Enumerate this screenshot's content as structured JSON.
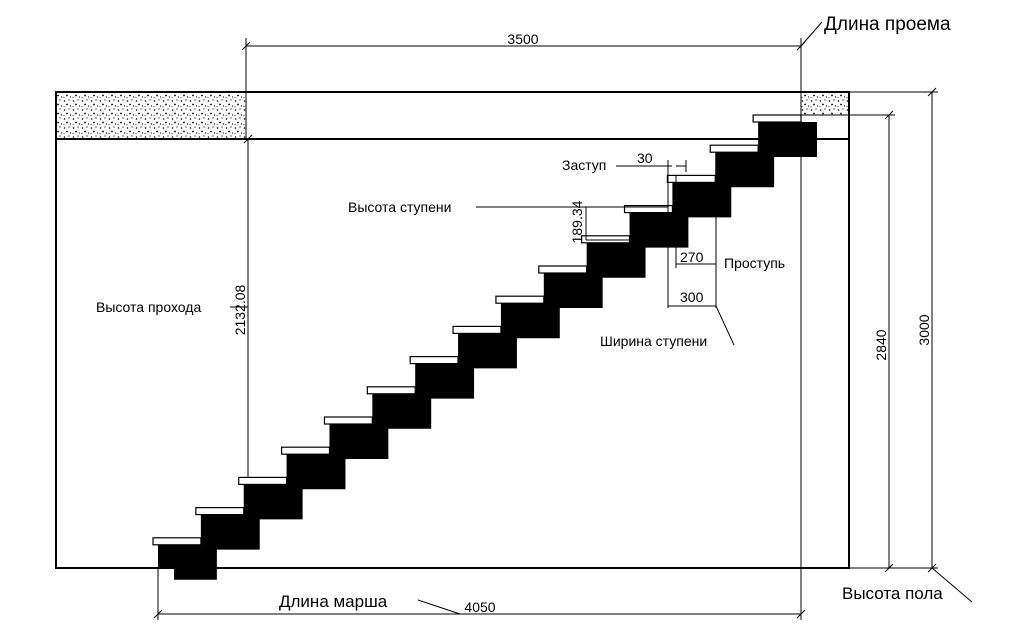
{
  "labels": {
    "opening_length": "Длина проема",
    "passage_height": "Высота прохода",
    "nosing": "Заступ",
    "step_height": "Высота ступени",
    "run": "Проступь",
    "step_width": "Ширина ступени",
    "flight_length": "Длина марша",
    "floor_height": "Высота пола"
  },
  "dimensions": {
    "opening_length": "3500",
    "passage_height": "2132.08",
    "nosing": "30",
    "step_height": "189.34",
    "run": "270",
    "step_width": "300",
    "flight_length": "4050",
    "floor_height_inner": "2840",
    "floor_height_total": "3000"
  },
  "stairs": {
    "step_count": 15
  },
  "colors": {
    "line": "#000000",
    "background": "#ffffff",
    "slab_fill": "dotted-concrete"
  }
}
